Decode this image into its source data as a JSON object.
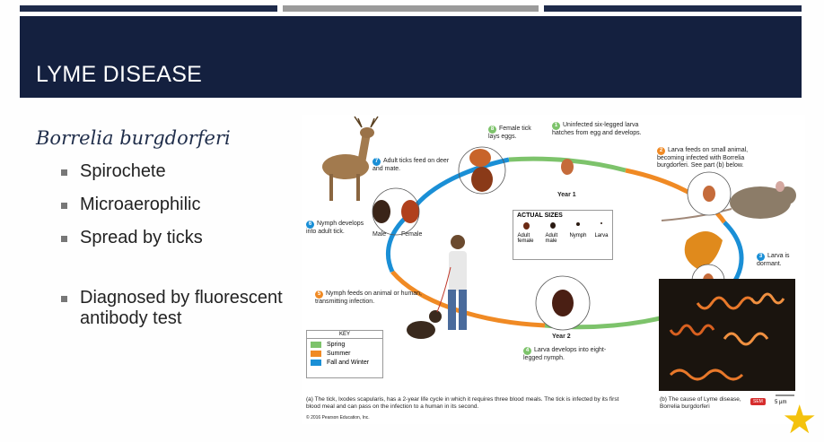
{
  "slide": {
    "title": "LYME DISEASE",
    "subtitle": "Borrelia burgdorferi",
    "bullets": [
      "Spirochete",
      "Microaerophilic",
      "Spread by ticks"
    ],
    "bullets_2": [
      "Diagnosed by fluorescent antibody test"
    ]
  },
  "figure": {
    "steps": [
      {
        "n": "1",
        "text": "Uninfected six-legged larva hatches from egg and develops."
      },
      {
        "n": "2",
        "text": "Larva feeds on small animal, becoming infected with Borrelia burgdorferi. See part (b) below."
      },
      {
        "n": "3",
        "text": "Larva is dormant."
      },
      {
        "n": "4",
        "text": "Larva develops into eight-legged nymph."
      },
      {
        "n": "5",
        "text": "Nymph feeds on animal or human, transmitting infection."
      },
      {
        "n": "6",
        "text": "Nymph develops into adult tick."
      },
      {
        "n": "7",
        "text": "Adult ticks feed on deer and mate."
      },
      {
        "n": "8",
        "text": "Female tick lays eggs."
      }
    ],
    "year1": "Year 1",
    "year2": "Year 2",
    "male": "Male",
    "female": "Female",
    "actual_sizes": {
      "title": "ACTUAL SIZES",
      "labels": [
        "Adult female",
        "Adult male",
        "Nymph",
        "Larva"
      ]
    },
    "key": {
      "title": "KEY",
      "items": [
        {
          "label": "Spring",
          "color": "#7dc36b"
        },
        {
          "label": "Summer",
          "color": "#f08a24"
        },
        {
          "label": "Fall and Winter",
          "color": "#1a8fd6"
        }
      ]
    },
    "caption_a": "(a) The tick, Ixodes scapularis, has a 2-year life cycle in which it requires three blood meals. The tick is infected by its first blood meal and can pass on the infection to a human in its second.",
    "copyright": "© 2016 Pearson Education, Inc.",
    "caption_b": "(b) The cause of Lyme disease, Borrelia burgdorferi",
    "sem": "SEM",
    "scale": "5 µm"
  }
}
